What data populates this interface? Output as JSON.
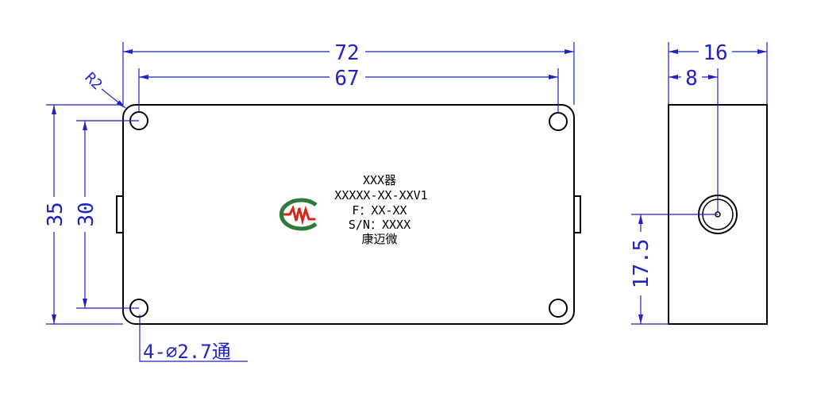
{
  "colors": {
    "outline": "#000000",
    "dimension": "#1f22c8",
    "logo_red": "#d8251b",
    "logo_green": "#2f7a3a",
    "logo_gray": "#5a5a5a",
    "background": "#ffffff"
  },
  "front_view": {
    "dimensions": {
      "overall_width": "72",
      "hole_spacing_width": "67",
      "corner_radius": "R2",
      "overall_height": "35",
      "hole_spacing_height": "30",
      "hole_note": "4-⌀2.7通"
    },
    "label": {
      "line1": "XXX器",
      "line2": "XXXXX-XX-XXV1",
      "line3": "F：XX-XX",
      "line4": "S/N：XXXX",
      "line5": "康迈微"
    },
    "logo_icon": "company-logo-icon"
  },
  "side_view": {
    "dimensions": {
      "overall_depth": "16",
      "connector_offset_x": "8",
      "connector_height": "17.5"
    }
  }
}
